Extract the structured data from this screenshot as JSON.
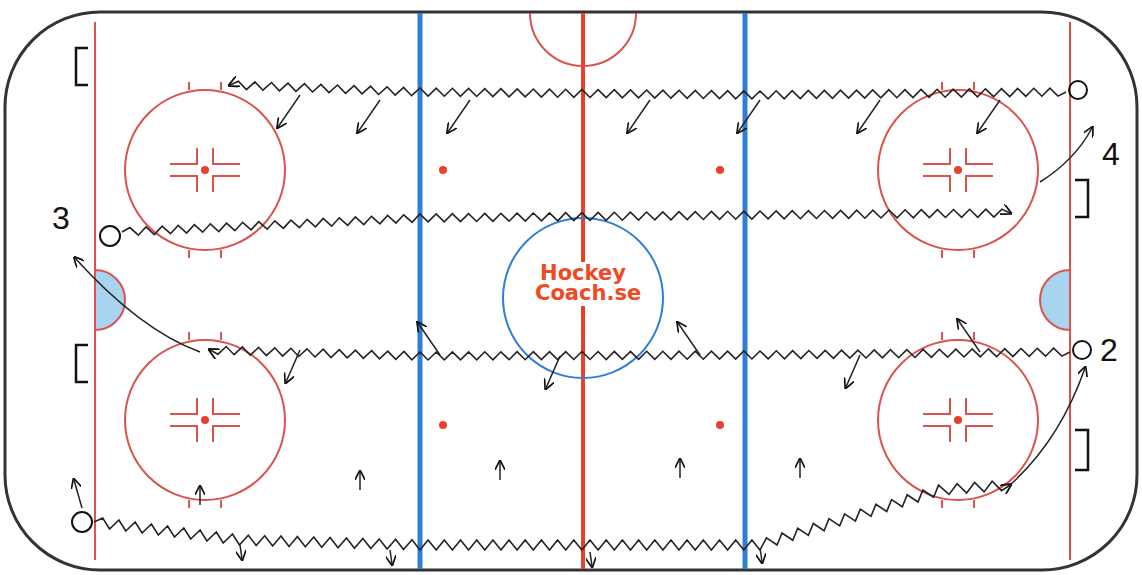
{
  "diagram": {
    "labels": [
      "3",
      "4",
      "2",
      "Hockey Coach.se"
    ]
  }
}
